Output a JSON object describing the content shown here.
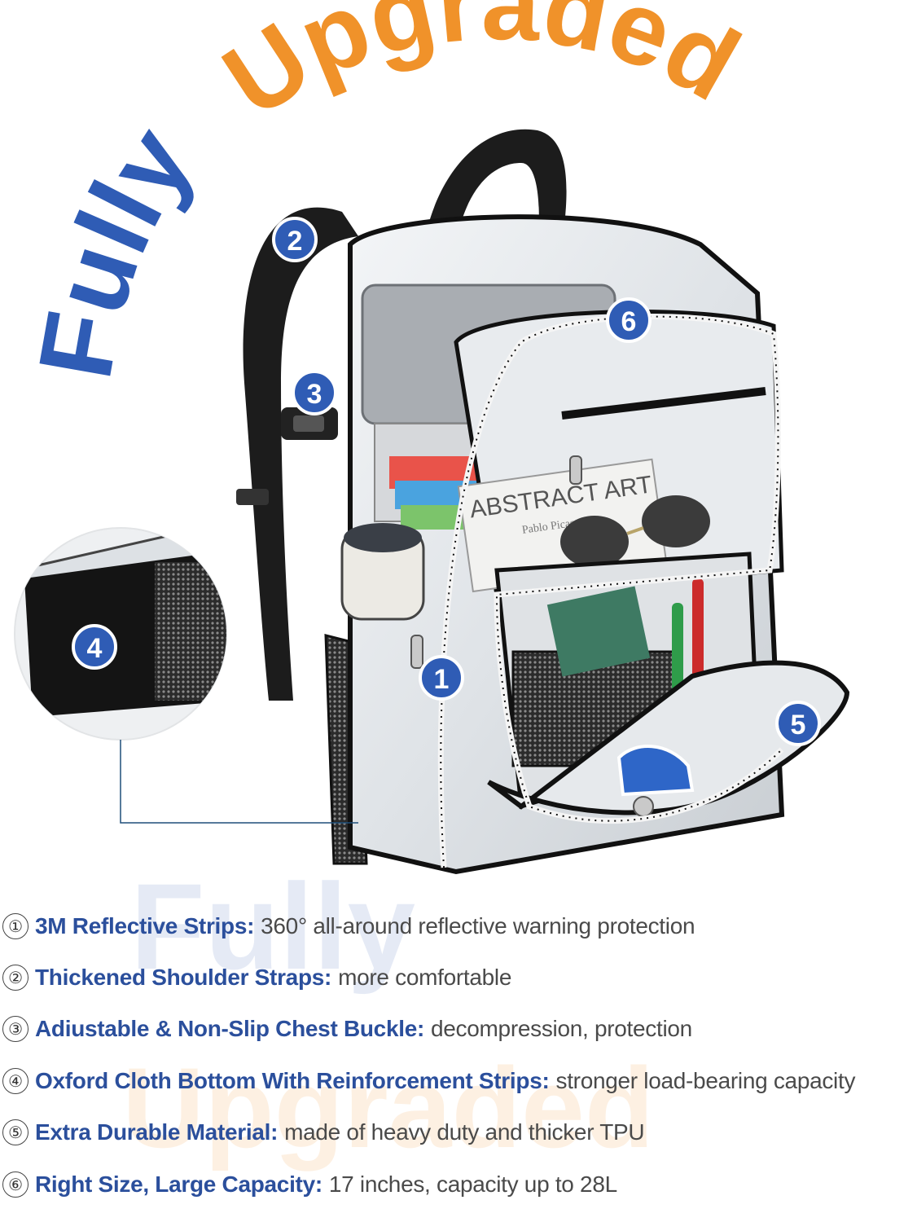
{
  "headline": {
    "word1": "Fully",
    "word2": "Upgraded",
    "color1": "#2f5cb5",
    "color2": "#f0922a"
  },
  "badges": [
    "1",
    "2",
    "3",
    "4",
    "5",
    "6"
  ],
  "product_print": {
    "book_title": "ABSTRACT ART",
    "book_author": "Pablo Picasso"
  },
  "watermark": [
    "Fully",
    "Upgraded"
  ],
  "features": [
    {
      "num": "①",
      "title": "3M Reflective Strips",
      "desc": "360° all-around reflective warning protection"
    },
    {
      "num": "②",
      "title": "Thickened Shoulder Straps",
      "desc": "more comfortable"
    },
    {
      "num": "③",
      "title": "Adiustable & Non-Slip Chest Buckle",
      "desc": "decompression, protection"
    },
    {
      "num": "④",
      "title": "Oxford Cloth Bottom With Reinforcement Strips",
      "desc": "stronger load-bearing capacity"
    },
    {
      "num": "⑤",
      "title": "Extra Durable Material",
      "desc": "made of heavy duty and thicker TPU"
    },
    {
      "num": "⑥",
      "title": "Right Size, Large Capacity",
      "desc": "17 inches, capacity up to 28L"
    }
  ],
  "colors": {
    "badge_blue": "#2f5cb5",
    "title_blue": "#2b4f9c",
    "desc_gray": "#4a4a4a"
  }
}
